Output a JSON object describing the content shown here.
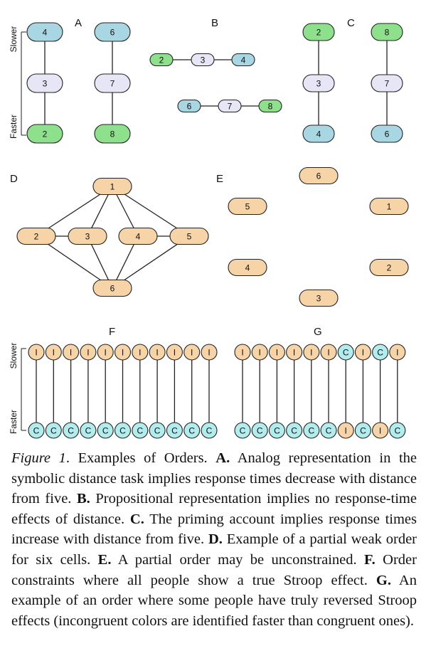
{
  "colors": {
    "blue": "#a9d6e3",
    "lavender": "#e7e6f7",
    "green": "#8fe08c",
    "peach": "#f7d4a7",
    "cyan": "#b2ecec",
    "stroke": "#222222"
  },
  "axis": {
    "slower": "Slower",
    "faster": "Faster"
  },
  "panels": {
    "A": {
      "label": "A",
      "chains": [
        [
          "4",
          "3",
          "2"
        ],
        [
          "6",
          "7",
          "8"
        ]
      ]
    },
    "B": {
      "label": "B",
      "chains": [
        [
          "2",
          "3",
          "4"
        ],
        [
          "6",
          "7",
          "8"
        ]
      ]
    },
    "C": {
      "label": "C",
      "chains": [
        [
          "2",
          "3",
          "4"
        ],
        [
          "8",
          "7",
          "6"
        ]
      ]
    },
    "D": {
      "label": "D",
      "nodes": [
        "1",
        "2",
        "3",
        "4",
        "5",
        "6"
      ]
    },
    "E": {
      "label": "E",
      "nodes": [
        "6",
        "5",
        "1",
        "4",
        "2",
        "3"
      ]
    },
    "F": {
      "label": "F",
      "top": [
        "I",
        "I",
        "I",
        "I",
        "I",
        "I",
        "I",
        "I",
        "I",
        "I",
        "I"
      ],
      "bottom": [
        "C",
        "C",
        "C",
        "C",
        "C",
        "C",
        "C",
        "C",
        "C",
        "C",
        "C"
      ]
    },
    "G": {
      "label": "G",
      "top": [
        "I",
        "I",
        "I",
        "I",
        "I",
        "I",
        "C",
        "I",
        "C",
        "I"
      ],
      "bottom": [
        "C",
        "C",
        "C",
        "C",
        "C",
        "C",
        "I",
        "C",
        "I",
        "C"
      ]
    }
  },
  "caption": {
    "fig_label": "Figure 1",
    "intro": ". Examples of Orders. ",
    "A_label": "A.",
    "A_text": " Analog representation in the symbolic distance task implies response times decrease with distance from five. ",
    "B_label": "B.",
    "B_text": " Propositional representation implies no response-time effects of distance. ",
    "C_label": "C.",
    "C_text": " The priming account implies response times increase with distance from five. ",
    "D_label": "D.",
    "D_text": " Example of a partial weak order for six cells. ",
    "E_label": "E.",
    "E_text": " A partial order may be unconstrained. ",
    "F_label": "F.",
    "F_text": " Order constraints where all people show a true Stroop effect. ",
    "G_label": "G.",
    "G_text": " An example of an order where some people have truly reversed Stroop effects (incongruent colors are identified faster than congruent ones)."
  }
}
